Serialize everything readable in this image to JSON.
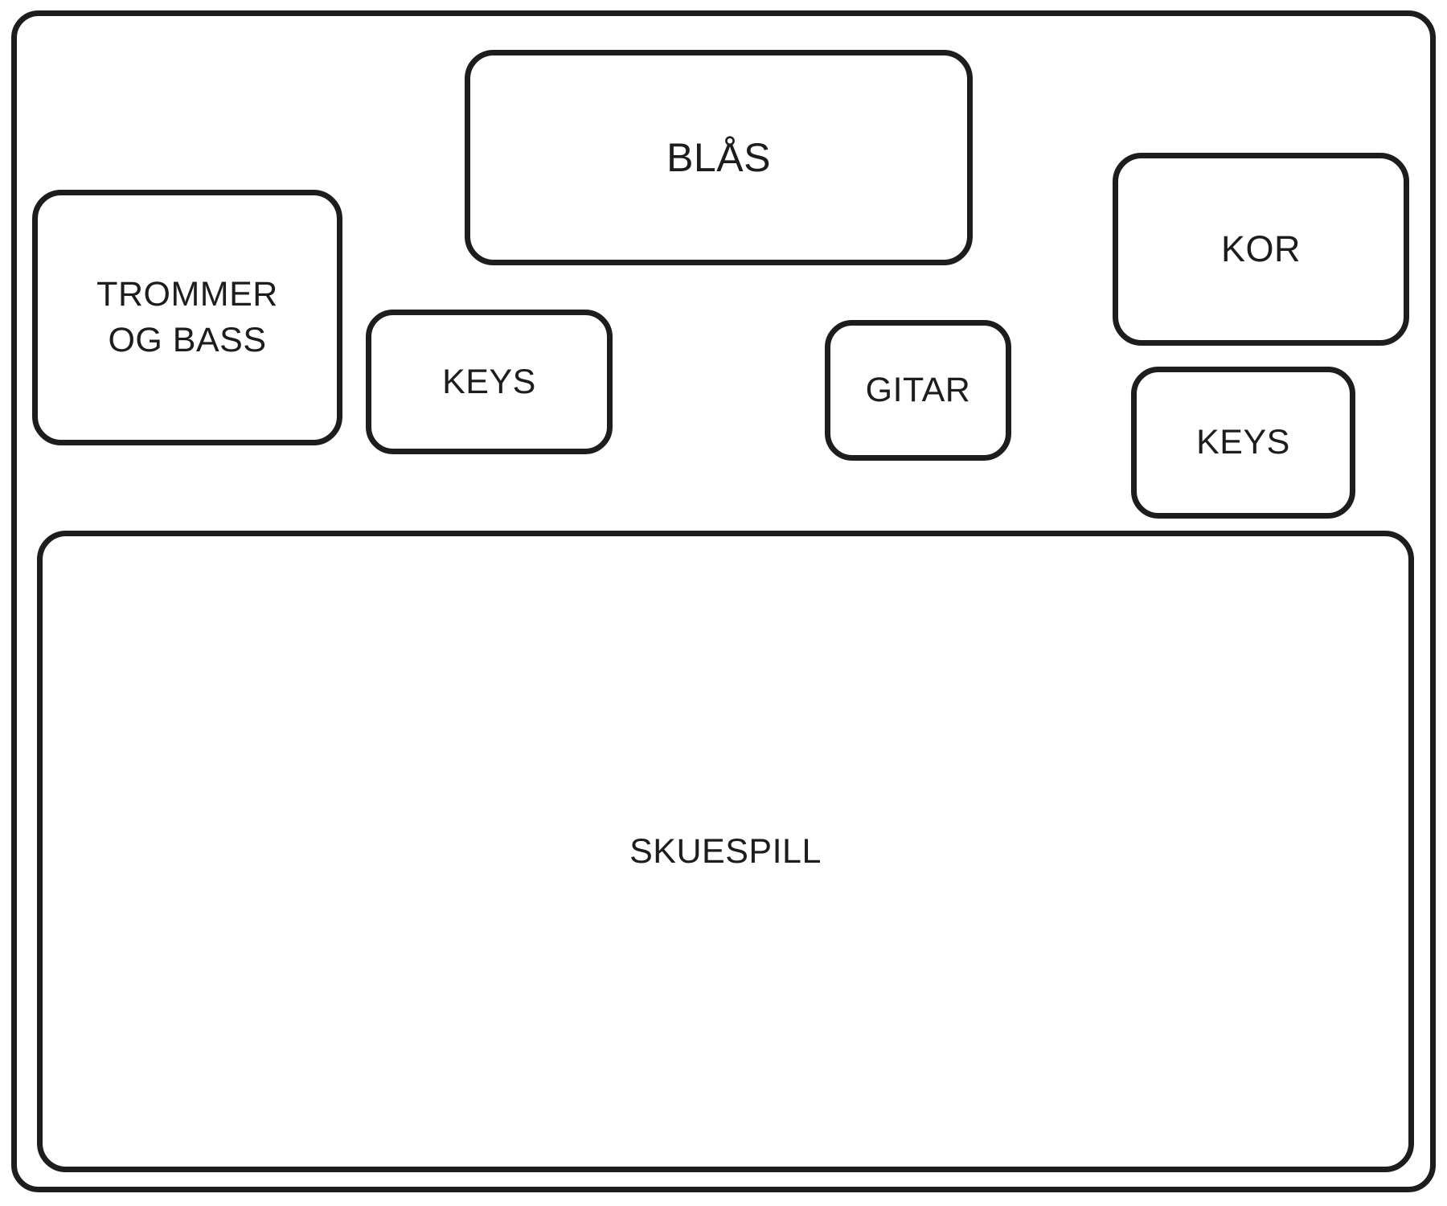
{
  "diagram": {
    "type": "stage-plot",
    "background_color": "#ffffff",
    "stroke_color": "#1d1d1d",
    "text_color": "#1d1d1d",
    "stage_frame": {
      "label": ""
    },
    "zones": [
      {
        "id": "trommer-og-bass",
        "label": "TROMMER\nOG BASS"
      },
      {
        "id": "blas",
        "label": "BLÅS"
      },
      {
        "id": "keys-left",
        "label": "KEYS"
      },
      {
        "id": "gitar",
        "label": "GITAR"
      },
      {
        "id": "kor",
        "label": "KOR"
      },
      {
        "id": "keys-right",
        "label": "KEYS"
      },
      {
        "id": "skuespill",
        "label": "SKUESPILL"
      }
    ]
  }
}
